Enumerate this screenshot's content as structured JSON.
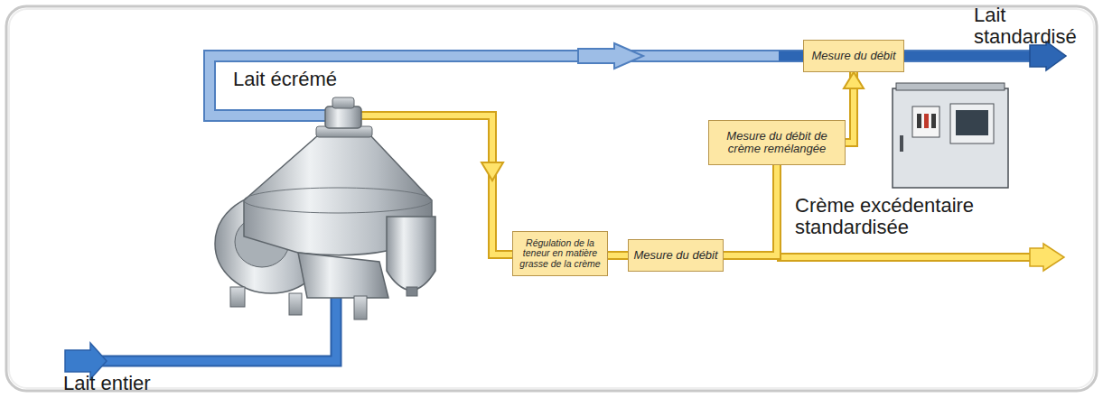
{
  "diagram": {
    "nodes": [
      {
        "text": [
          "Régulation de la teneur en matière grasse de la crème"
        ]
      },
      {
        "text": [
          "Mesure du débit"
        ]
      },
      {
        "text": [
          "Mesure du débit de crème remélangée"
        ]
      },
      {
        "text": [
          "Mesure du débit"
        ]
      }
    ],
    "edges": [
      {
        "from": 0,
        "to": 1,
        "arrow": "none"
      },
      {
        "from": 1,
        "to": 2,
        "arrow": "none"
      },
      {
        "from": 2,
        "to": 3,
        "arrow": "to"
      }
    ],
    "labels": [
      "Lait standardisé",
      "Lait écrémé",
      "Crème excédentaire standardisée",
      "Lait entier"
    ]
  }
}
